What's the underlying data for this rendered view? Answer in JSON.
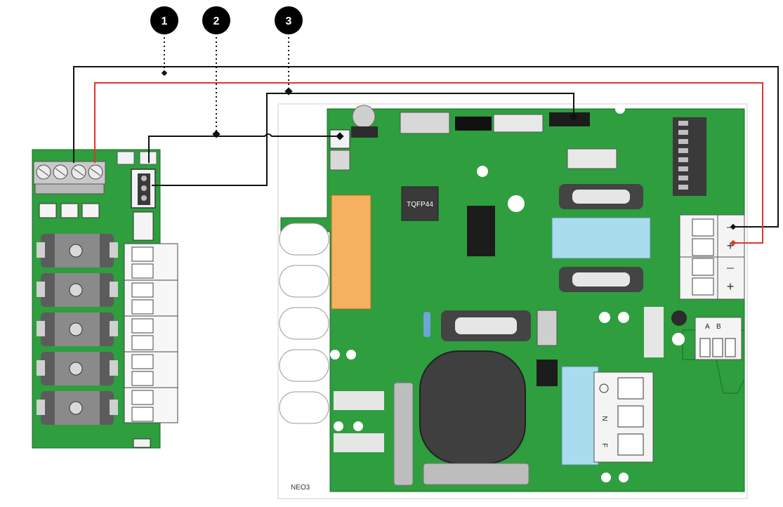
{
  "callouts": [
    {
      "number": "1"
    },
    {
      "number": "2"
    },
    {
      "number": "3"
    }
  ],
  "labels": {
    "board_name": "NEO3",
    "chip_marking": "TQFP44",
    "terminal_a": "A",
    "terminal_b": "B",
    "terminal_f": "F",
    "terminal_n": "N"
  },
  "colors": {
    "pcb_green": "#2e9e3e",
    "wire_black": "#111111",
    "wire_red": "#e0352f",
    "orange_component": "#f5b060",
    "cyan_component": "#a9dcec"
  }
}
